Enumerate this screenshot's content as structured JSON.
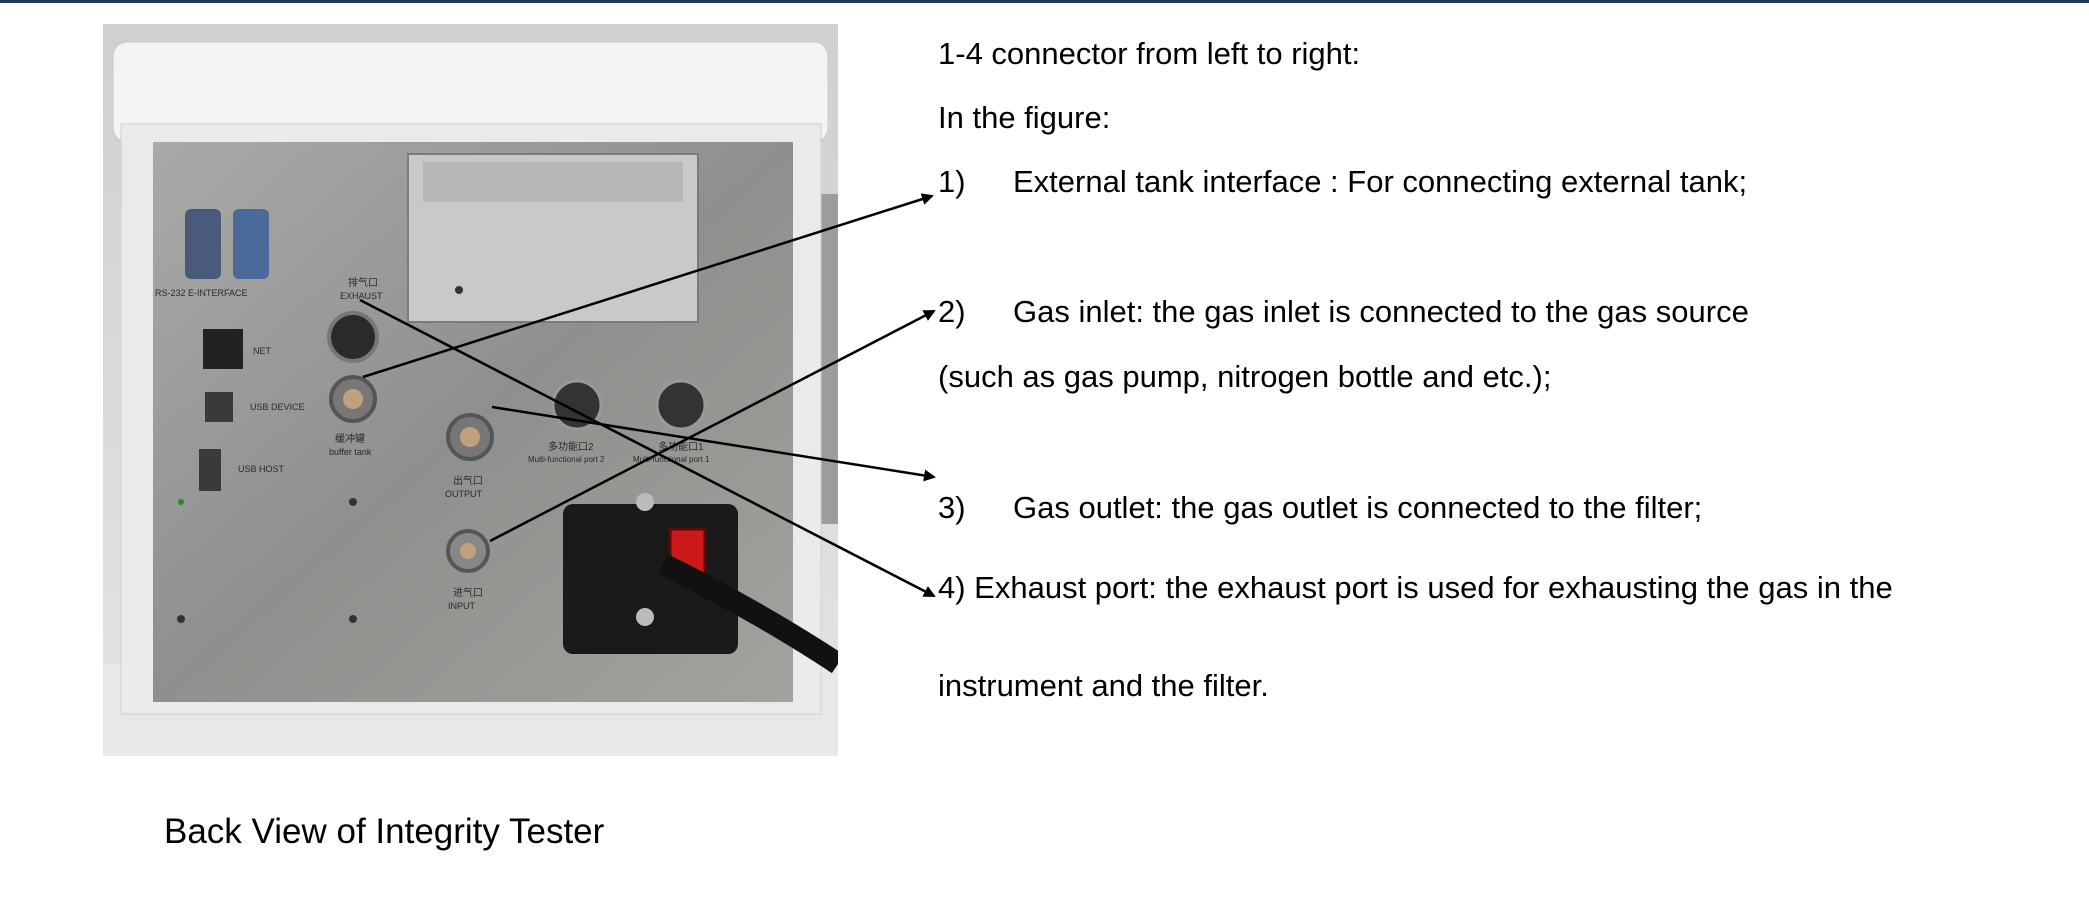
{
  "heading": "1-4 connector from left to right:",
  "intro": "In the figure:",
  "items": [
    {
      "num": "1)",
      "text": "External tank interface : For connecting external tank;"
    },
    {
      "num": "2)",
      "text": "Gas inlet: the gas inlet is connected to the gas source"
    },
    {
      "cont": "(such as gas pump, nitrogen bottle and etc.);"
    },
    {
      "num": "3)",
      "text": "Gas outlet: the gas outlet is connected to the filter;"
    },
    {
      "text": "4) Exhaust port: the exhaust port is used for exhausting the gas in the"
    },
    {
      "cont": "instrument and the filter."
    }
  ],
  "caption": "Back View of Integrity Tester",
  "photo_labels": {
    "rs232": "RS-232 E-INTERFACE",
    "exhaust_cn": "排气口",
    "exhaust": "EXHAUST",
    "net": "NET",
    "usb_device": "USB DEVICE",
    "usb_host": "USB HOST",
    "buffer_cn": "缓冲罐",
    "buffer": "buffer tank",
    "output_cn": "出气口",
    "output": "OUTPUT",
    "input_cn": "进气口",
    "input": "INPUT",
    "multi2_cn": "多功能口2",
    "multi2": "Multi-functional port 2",
    "multi1_cn": "多功能口1",
    "multi1": "Multi-functional port 1"
  },
  "colors": {
    "text": "#000000",
    "topbar": "#1f3a5a",
    "panel": "#9b9b98",
    "frame": "#e9ebea"
  }
}
